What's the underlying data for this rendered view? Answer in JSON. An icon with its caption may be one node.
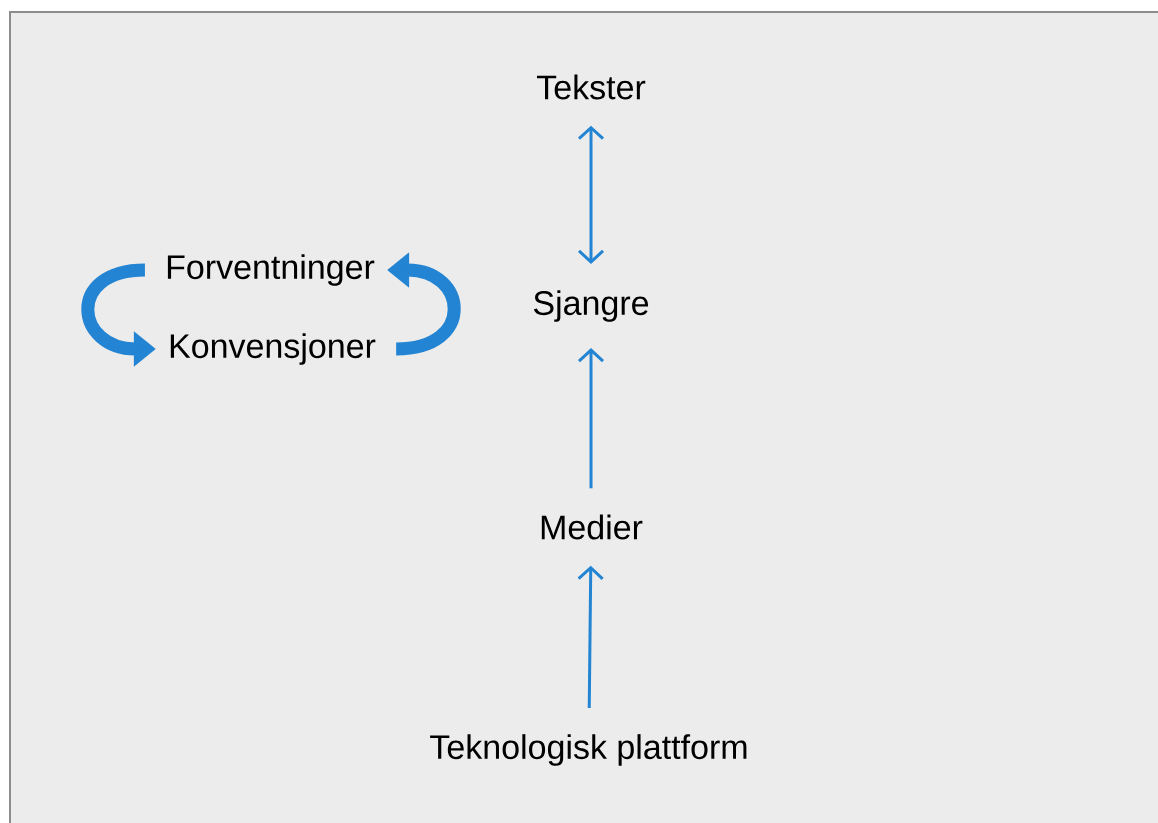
{
  "diagram": {
    "nodes": [
      {
        "text": [
          "Tekster"
        ]
      },
      {
        "text": [
          "Sjangre"
        ]
      },
      {
        "text": [
          "Forventninger"
        ]
      },
      {
        "text": [
          "Konvensjoner"
        ]
      },
      {
        "text": [
          "Medier"
        ]
      },
      {
        "text": [
          "Teknologisk plattform"
        ]
      }
    ],
    "edges": [
      {
        "from": 0,
        "to": 1,
        "arrow": "both"
      },
      {
        "from": 4,
        "to": 1,
        "arrow": "to"
      },
      {
        "from": 5,
        "to": 4,
        "arrow": "to"
      },
      {
        "from": 2,
        "to": 3,
        "arrow": "to",
        "style": "thick"
      },
      {
        "from": 3,
        "to": 2,
        "arrow": "to",
        "style": "thick"
      }
    ]
  }
}
